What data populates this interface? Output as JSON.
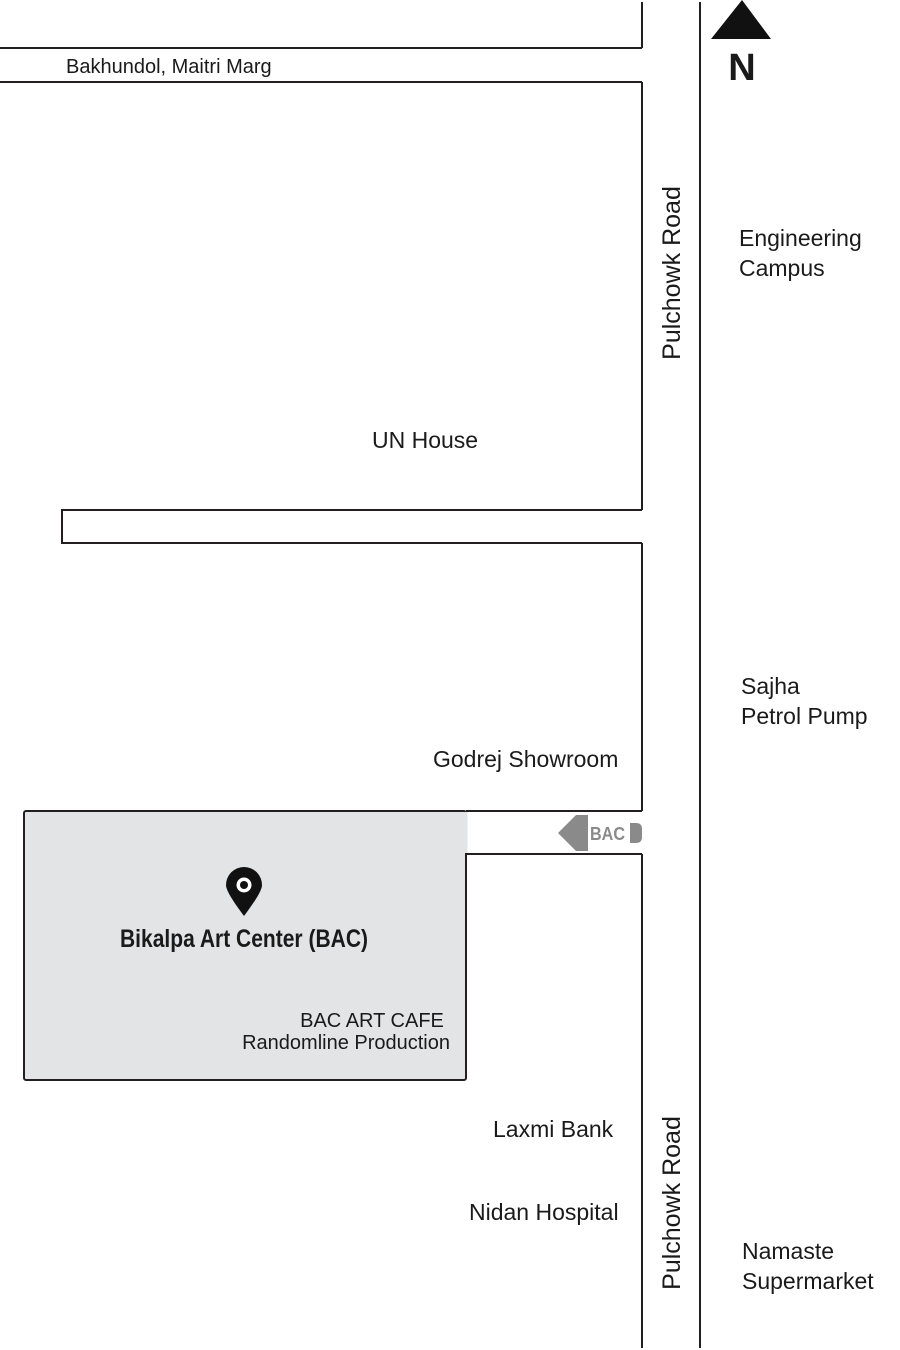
{
  "compass": {
    "label": "N"
  },
  "roads": {
    "maitri_marg": "Bakhundol, Maitri Marg",
    "pulchowk_upper": "Pulchowk Road",
    "pulchowk_lower": "Pulchowk Road"
  },
  "landmarks": {
    "engineering_campus": [
      "Engineering",
      "Campus"
    ],
    "un_house": "UN House",
    "sajha_petrol_pump": [
      "Sajha",
      "Petrol Pump"
    ],
    "godrej_showroom": "Godrej Showroom",
    "laxmi_bank": "Laxmi Bank",
    "nidan_hospital": "Nidan Hospital",
    "namaste_supermarket": [
      "Namaste",
      "Supermarket"
    ]
  },
  "bac": {
    "name": "Bikalpa Art Center (BAC)",
    "sign_label": "BAC",
    "tenants": [
      "BAC ART CAFE",
      "Randomline Production"
    ]
  },
  "colors": {
    "line": "#231f20",
    "bac_block": "#e3e4e5",
    "sign_gray": "#8a8a8a",
    "text": "#1a1a1a"
  },
  "icons": {
    "location_pin": "map-pin-icon",
    "direction": "arrow-left-icon",
    "north": "triangle-up-icon"
  }
}
